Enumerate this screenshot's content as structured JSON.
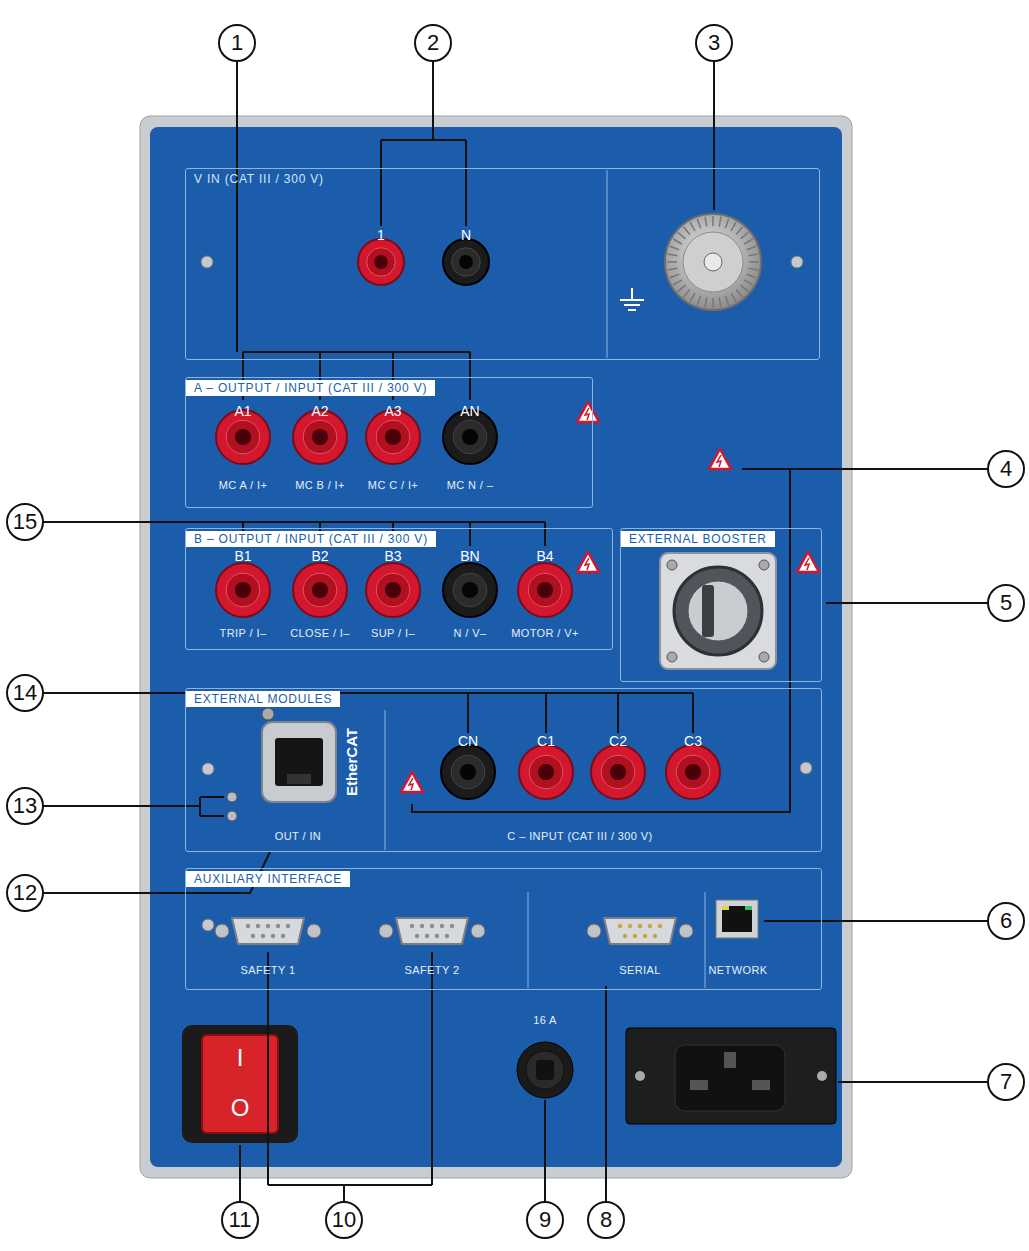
{
  "diagram": {
    "nodes": [
      {
        "text": [
          "V IN (CAT III / 300 V)"
        ]
      },
      {
        "text": [
          "A – OUTPUT / INPUT (CAT III / 300 V)"
        ]
      },
      {
        "text": [
          "B – OUTPUT / INPUT (CAT III / 300 V)"
        ]
      },
      {
        "text": [
          "EXTERNAL BOOSTER"
        ]
      },
      {
        "text": [
          "EXTERNAL MODULES"
        ]
      },
      {
        "text": [
          "AUXILIARY INTERFACE"
        ]
      }
    ],
    "labels": [
      "1",
      "2",
      "3",
      "4",
      "5",
      "6",
      "7",
      "8",
      "9",
      "10",
      "11",
      "12",
      "13",
      "14",
      "15",
      "1",
      "N",
      "A1",
      "A2",
      "A3",
      "AN",
      "MC A / I+",
      "MC B / I+",
      "MC C / I+",
      "MC N / –",
      "B1",
      "B2",
      "B3",
      "BN",
      "B4",
      "TRIP / I–",
      "CLOSE / I–",
      "SUP / I–",
      "N / V–",
      "MOTOR / V+",
      "CN",
      "C1",
      "C2",
      "C3",
      "C – INPUT (CAT III / 300 V)",
      "OUT / IN",
      "EtherCAT",
      "SAFETY 1",
      "SAFETY 2",
      "SERIAL",
      "NETWORK",
      "16 A",
      "I",
      "O"
    ]
  }
}
